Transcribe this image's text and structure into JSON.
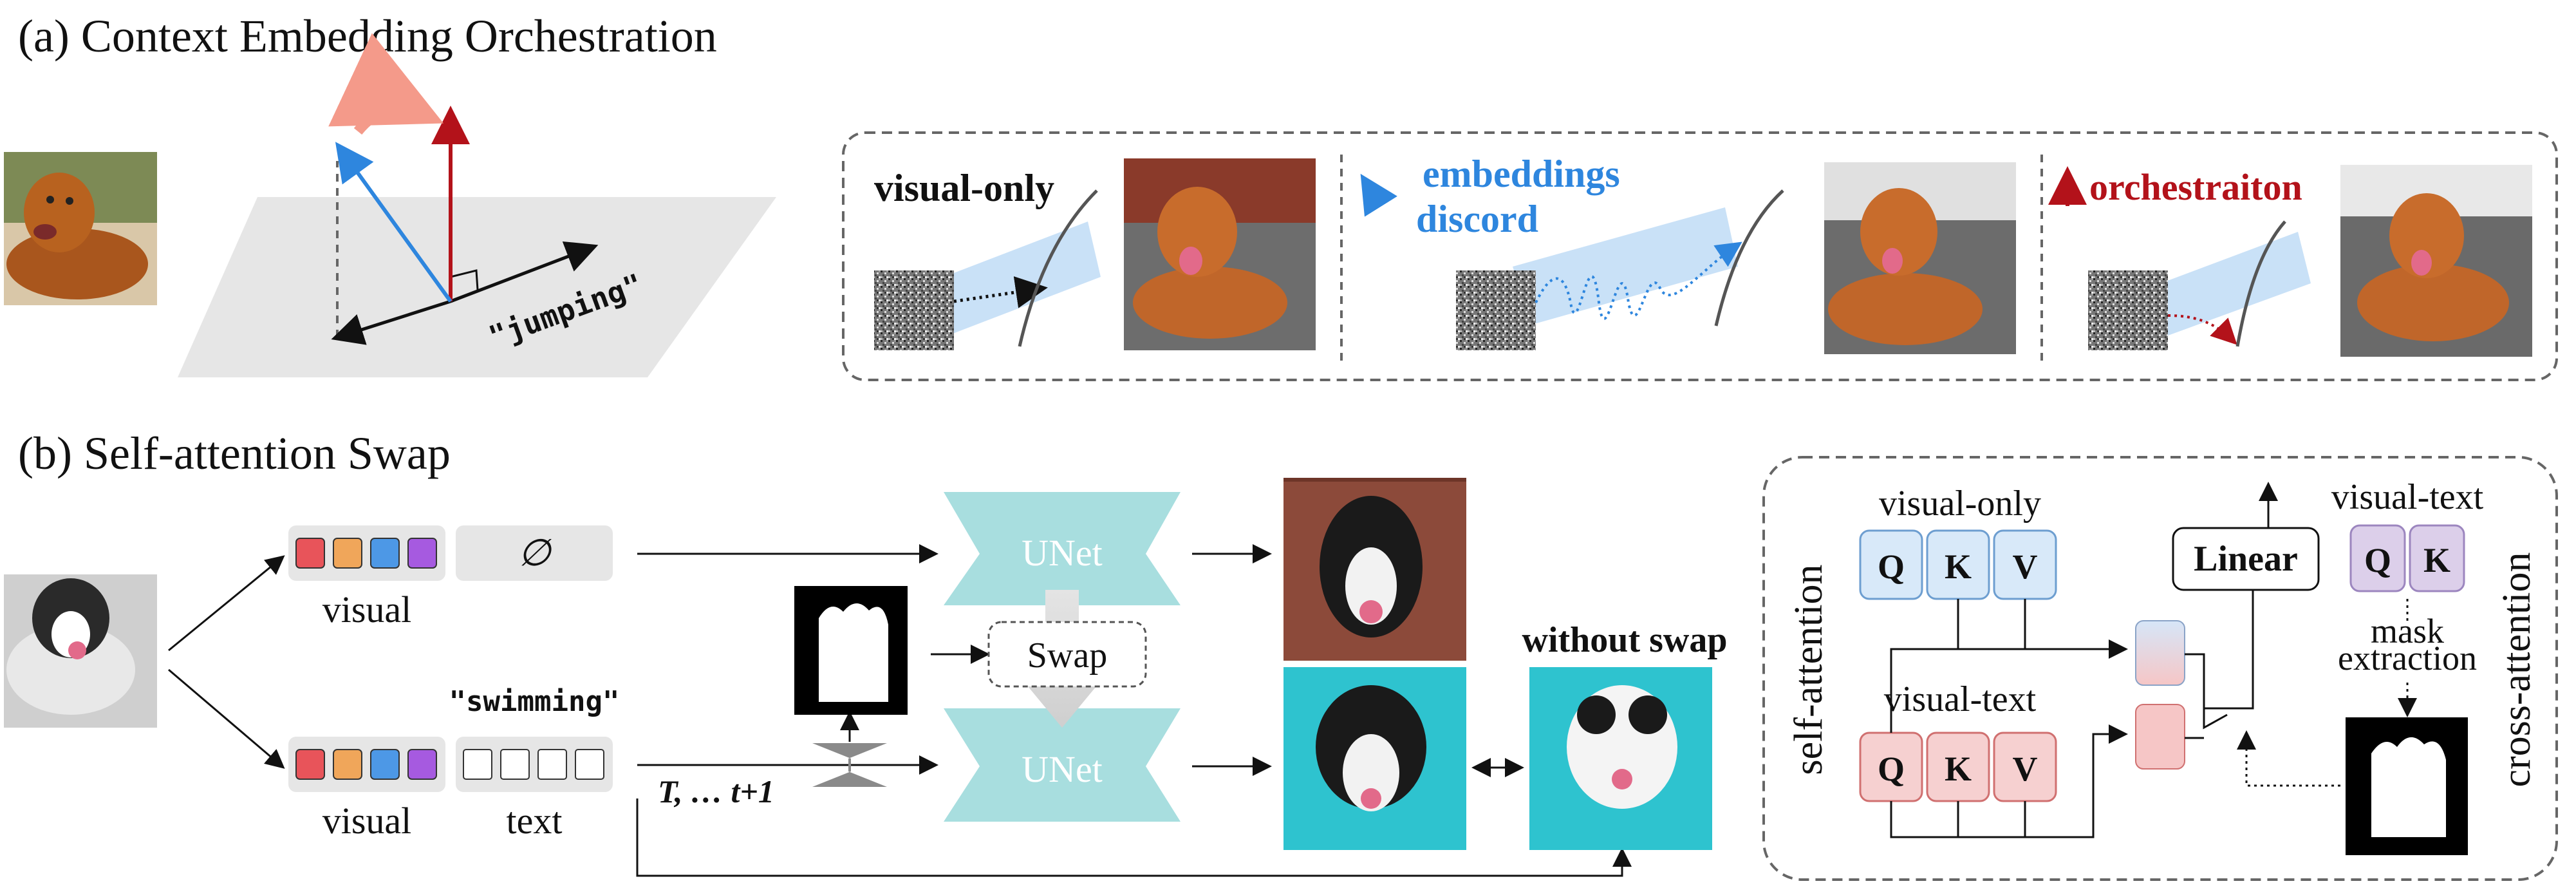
{
  "section_a": {
    "title": "(a) Context Embedding Orchestration"
  },
  "section_b": {
    "title": "(b) Self-attention Swap"
  },
  "panel_a": {
    "plane_word": "\"jumping\"",
    "stages": [
      {
        "label": "visual-only"
      },
      {
        "label_line1": "embeddings",
        "label_line2": "discord"
      },
      {
        "label": "orchestraiton"
      }
    ]
  },
  "panel_b": {
    "empty_symbol": "∅",
    "visual_label_top": "visual",
    "visual_label_bottom": "visual",
    "text_label": "text",
    "prompt_word": "\"swimming\"",
    "unet_top": "UNet",
    "unet_bottom": "UNet",
    "swap": "Swap",
    "timesteps": "T, … t+1",
    "without_swap": "without swap"
  },
  "attention": {
    "self_label": "self-attention",
    "cross_label": "cross-attention",
    "visual_only": "visual-only",
    "visual_text_self": "visual-text",
    "visual_text_cross": "visual-text",
    "q": "Q",
    "k": "K",
    "v": "V",
    "linear": "Linear",
    "mask_line1": "mask",
    "mask_line2": "extraction"
  },
  "colors": {
    "red_arrow": "#b3121a",
    "blue_arrow": "#2e86de",
    "plane": "#e6e6e6",
    "unet": "#a8dedf",
    "light_blue_band": "#c9e1f7",
    "token_red": "#e8545a",
    "token_orange": "#f0a65a",
    "token_blue": "#4d98e6",
    "token_purple": "#a65ae0",
    "q_blue": "#d8e9f9",
    "q_red": "#f6d0d0",
    "q_purple": "#dccfea"
  }
}
